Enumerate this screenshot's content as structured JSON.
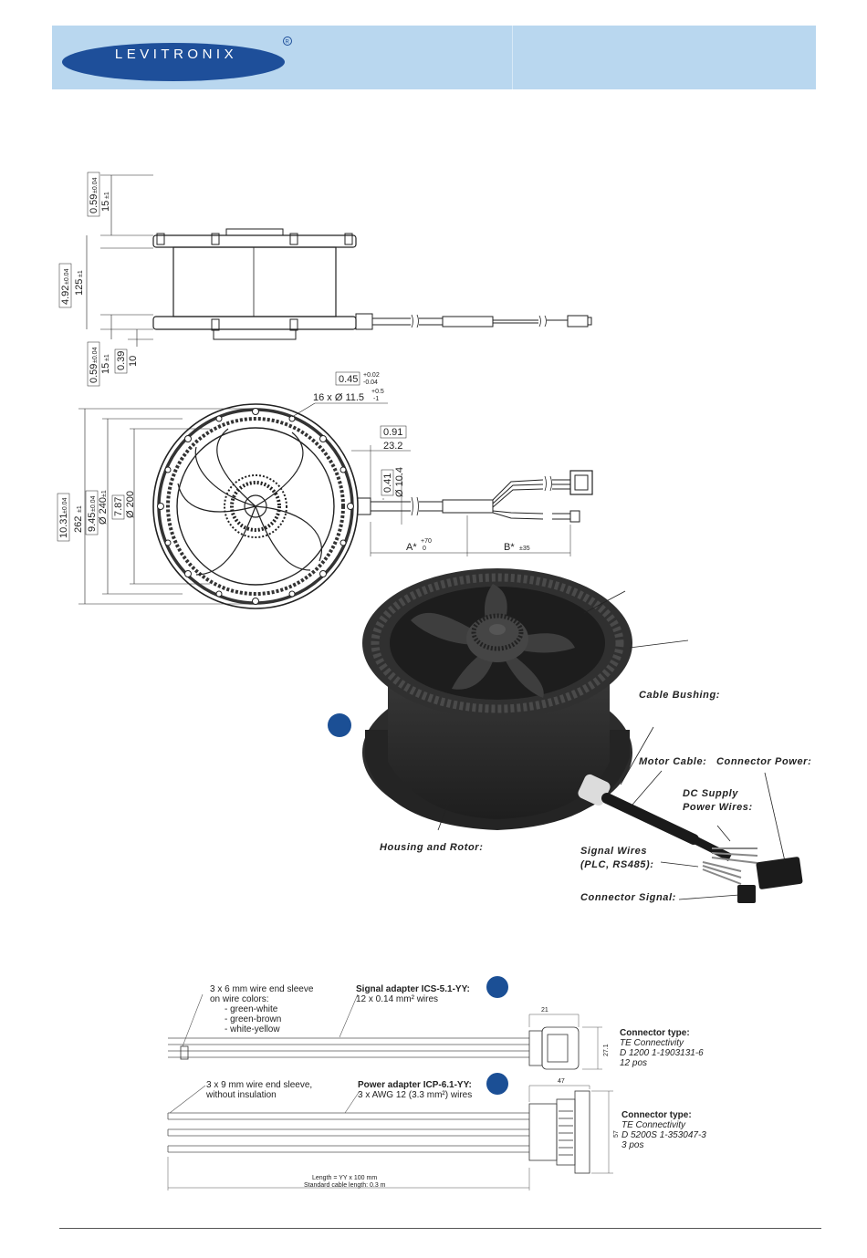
{
  "header": {
    "brand": "LEVITRONIX",
    "registered": "®"
  },
  "side_view": {
    "top_dim_in": "0.59",
    "top_dim_in_tol": "±0.04",
    "top_dim_mm": "15",
    "top_dim_mm_tol": "±1",
    "height_in": "4.92",
    "height_in_tol": "±0.04",
    "height_mm": "125",
    "height_mm_tol": "±1",
    "bottom_dim_in": "0.59",
    "bottom_dim_in_tol": "±0.04",
    "bottom_dim_mm": "15",
    "bottom_dim_mm_tol": "±1",
    "bottom_small_in": "0.39",
    "bottom_small_mm": "10"
  },
  "front_view": {
    "hole_in": "0.45",
    "hole_in_tol_plus": "+0.02",
    "hole_in_tol_minus": "-0.04",
    "holes": "16 x Ø 11.5",
    "holes_tol_plus": "+0.5",
    "holes_tol_minus": "-1",
    "bushing_in": "0.91",
    "bushing_mm": "23.2",
    "cable_in": "0.41",
    "cable_mm": "Ø 10.4",
    "outer_in": "10.31",
    "outer_in_tol": "±0.04",
    "outer_mm": "262",
    "outer_mm_tol": "±1",
    "bolt_in": "9.45",
    "bolt_in_tol": "±0.04",
    "bolt_mm": "Ø 240",
    "bolt_mm_tol": "±1",
    "inner_in": "7.87",
    "inner_mm": "Ø 200",
    "a_label": "A*",
    "a_tol_plus": "+70",
    "a_tol_minus": "0",
    "b_label": "B*",
    "b_tol": "±35"
  },
  "photo_labels": {
    "cable_bushing": "Cable Bushing:",
    "motor_cable": "Motor Cable:",
    "connector_power": "Connector Power:",
    "dc_supply_1": "DC Supply",
    "dc_supply_2": "Power Wires:",
    "housing": "Housing and Rotor:",
    "signal_wires_1": "Signal Wires",
    "signal_wires_2": "(PLC, RS485):",
    "connector_signal": "Connector Signal:"
  },
  "signal_adapter": {
    "sleeve_1": "3 x 6 mm wire end sleeve",
    "sleeve_2": "on wire colors:",
    "color_1": "- green-white",
    "color_2": "- green-brown",
    "color_3": "- white-yellow",
    "title": "Signal adapter ICS-5.1-YY:",
    "spec": "12 x 0.14 mm² wires",
    "dim_w": "21",
    "dim_h": "27.1",
    "conn_title": "Connector type:",
    "conn_make": "TE Connectivity",
    "conn_part": "D 1200 1-1903131-6",
    "conn_pos": "12 pos"
  },
  "power_adapter": {
    "sleeve_1": "3 x 9 mm wire end sleeve,",
    "sleeve_2": "without insulation",
    "title": "Power adapter ICP-6.1-YY:",
    "spec": "3 x AWG 12 (3.3 mm²) wires",
    "dim_w": "47",
    "dim_h": "57",
    "conn_title": "Connector type:",
    "conn_make": "TE Connectivity",
    "conn_part": "D 5200S 1-353047-3",
    "conn_pos": "3 pos"
  },
  "cable_length": {
    "line1": "Length = YY x 100 mm",
    "line2": "Standard cable length: 0.3 m"
  },
  "colors": {
    "header_bg": "#b9d7ef",
    "logo_blue": "#1e4f9a",
    "bullet_blue": "#1b4f95"
  }
}
